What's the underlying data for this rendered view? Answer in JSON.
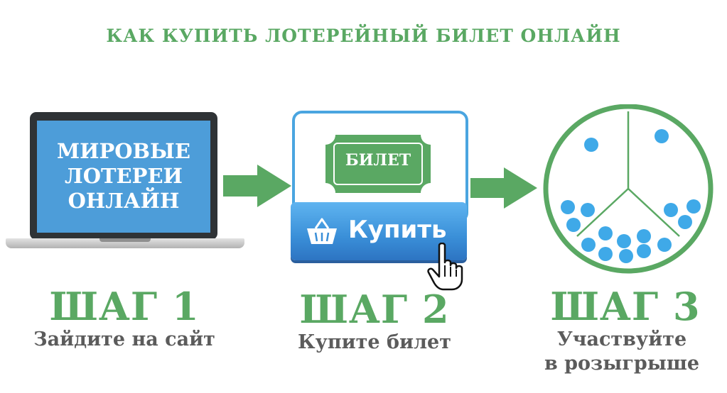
{
  "header": {
    "title": "КАК КУПИТЬ ЛОТЕРЕЙНЫЙ БИЛЕТ ОНЛАЙН"
  },
  "step1": {
    "screen_lines": [
      "МИРОВЫЕ",
      "ЛОТЕРЕИ",
      "ОНЛАЙН"
    ],
    "number": "ШАГ 1",
    "description": "Зайдите на сайт"
  },
  "step2": {
    "ticket_label": "БИЛЕТ",
    "button_label": "Купить",
    "number": "ШАГ 2",
    "description": "Купите билет"
  },
  "step3": {
    "number": "ШАГ 3",
    "description_lines": [
      "Участвуйте",
      "в розыгрыше"
    ]
  },
  "icons": [
    "laptop-icon",
    "arrow-right-icon",
    "ticket-icon",
    "basket-icon",
    "hand-cursor-icon",
    "lottery-drum-icon"
  ],
  "colors": {
    "green": "#5aa863",
    "blue": "#4d9dd9",
    "gray_text": "#5b5b5b",
    "ball": "#3fa9e8"
  }
}
